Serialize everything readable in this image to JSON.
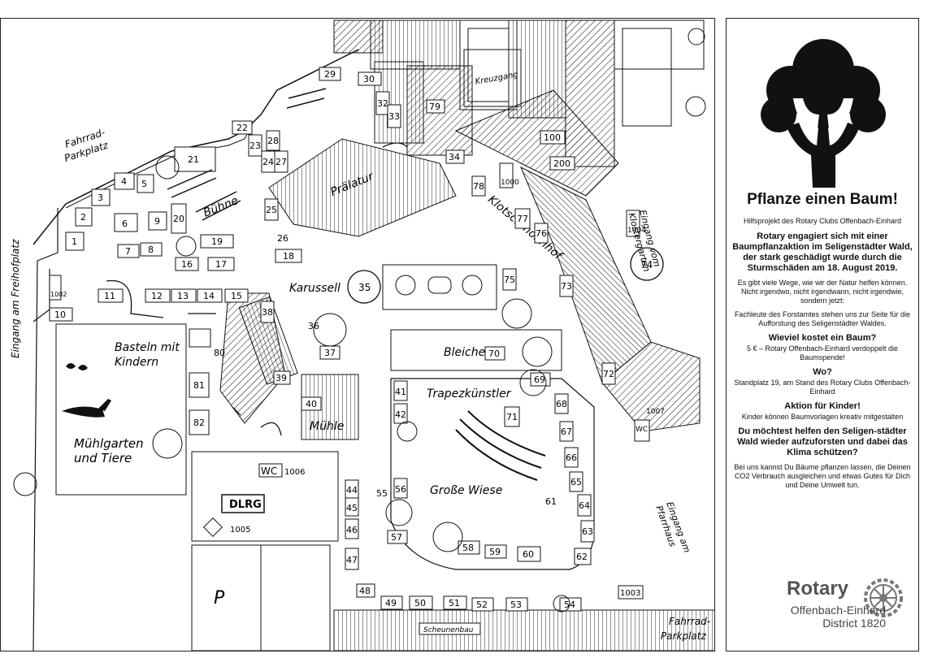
{
  "map": {
    "labels": {
      "fahrrad_top": "Fahrrad-\nParkplatz",
      "fahrrad_bottom": "Fahrrad-\nParkplatz",
      "eingang_freihof": "Eingang am Freihofplatz",
      "eingang_kloster": "Eingang vom\nKlostergarten",
      "eingang_pfarrhaus": "Eingang am\nPfarrhaus",
      "buehne": "Bühne",
      "pralatur": "Prälatur",
      "klotschmohnhof": "Klotschmohnhof",
      "karussell": "Karussell",
      "basteln": "Basteln mit\nKindern",
      "muehlgarten": "Mühlgarten\nund Tiere",
      "bleiche": "Bleiche",
      "trapezkuenstler": "Trapezkünstler",
      "grosse_wiese": "Große Wiese",
      "muehle": "Mühle",
      "scheunenbau": "Scheunenbau",
      "kreuzgang": "Kreuzgang",
      "dlrg": "DLRG",
      "wc_1006": "WC",
      "wc_1007": "WC",
      "p": "P"
    },
    "stands": [
      "1",
      "2",
      "3",
      "4",
      "5",
      "6",
      "7",
      "8",
      "9",
      "10",
      "11",
      "12",
      "13",
      "14",
      "15",
      "16",
      "17",
      "18",
      "19",
      "20",
      "21",
      "22",
      "23",
      "24",
      "25",
      "26",
      "27",
      "28",
      "29",
      "30",
      "32",
      "33",
      "34",
      "35",
      "36",
      "37",
      "38",
      "39",
      "40",
      "41",
      "42",
      "44",
      "45",
      "46",
      "47",
      "48",
      "49",
      "50",
      "51",
      "52",
      "53",
      "54",
      "55",
      "56",
      "57",
      "58",
      "59",
      "60",
      "61",
      "62",
      "63",
      "64",
      "65",
      "66",
      "67",
      "68",
      "69",
      "70",
      "71",
      "72",
      "73",
      "74",
      "75",
      "76",
      "77",
      "78",
      "79",
      "80",
      "81",
      "82",
      "100",
      "200",
      "1000",
      "1002",
      "1003",
      "1004",
      "1005",
      "1006",
      "1007"
    ]
  },
  "panel": {
    "title": "Pflanze einen Baum!",
    "subtitle": "Hilfsprojekt des Rotary Clubs Offenbach-Einhard",
    "intro": "Rotary engagiert sich mit einer Baumpflanzaktion im Seligenstädter Wald, der stark geschädigt wurde durch die Sturmschäden am 18. August 2019.",
    "text1": "Es gibt viele Wege, wie wir der Natur helfen können. Nicht irgendwo, nicht irgendwann, nicht irgendwie, sondern jetzt:",
    "text2": "Fachleute des Forstamtes stehen uns zur Seite für die Aufforstung des Seligenstädter Waldes.",
    "q_cost": "Wieviel kostet ein Baum?",
    "a_cost": "5 € – Rotary Offenbach-Einhard verdoppelt die Baumspende!",
    "q_where": "Wo?",
    "a_where": "Standplatz 19, am Stand des Rotary Clubs Offenbach-Einhard",
    "q_kids": "Aktion für Kinder!",
    "a_kids": "Kinder können Baumvorlagen kreativ mitgestalten",
    "q_help": "Du möchtest helfen den Seligen-städter Wald wieder aufzuforsten und dabei das Klima schützen?",
    "a_help": "Bei uns kannst Du Bäume pflanzen lassen, die Deinen CO2 Verbrauch ausgleichen und etwas Gutes für Dich und Deine Umwelt tun.",
    "rotary": "Rotary",
    "club": "Offenbach-Einhard",
    "district": "District 1820"
  },
  "colors": {
    "ink": "#111111",
    "panel_logo": "#555555"
  }
}
